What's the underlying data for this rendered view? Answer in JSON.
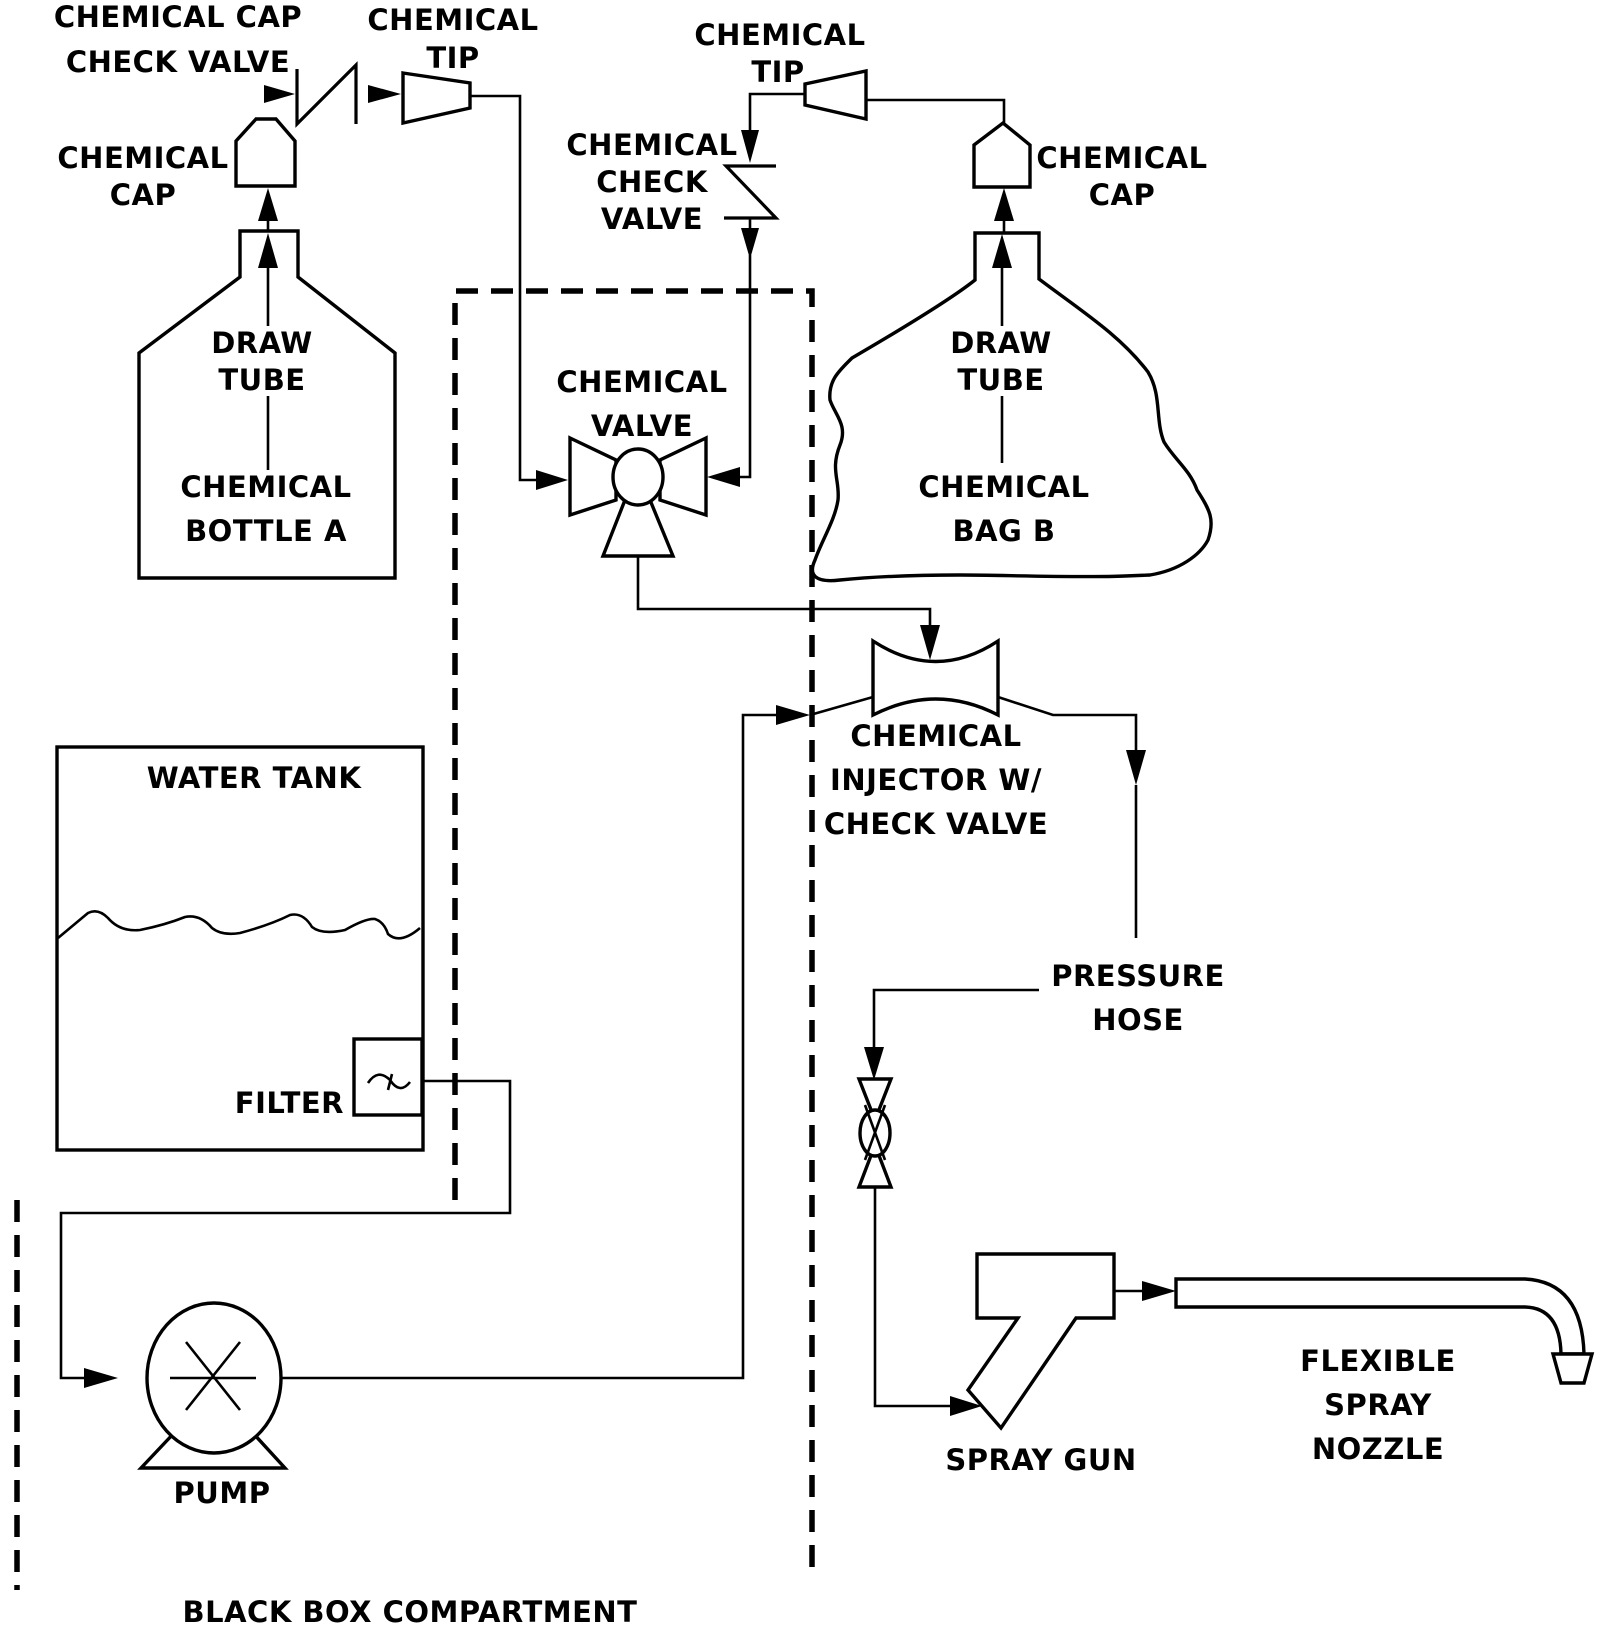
{
  "diagram": {
    "type": "process-flow-schematic",
    "compartment_label": "BLACK BOX COMPARTMENT",
    "components": {
      "chemical_bottle_a": {
        "line1": "CHEMICAL",
        "line2": "BOTTLE A"
      },
      "draw_tube_a": {
        "line1": "DRAW",
        "line2": "TUBE"
      },
      "chemical_cap_a": {
        "line1": "CHEMICAL",
        "line2": "CAP"
      },
      "chemical_cap_check_valve": {
        "line1": "CHEMICAL CAP",
        "line2": "CHECK VALVE"
      },
      "chemical_tip_a": {
        "line1": "CHEMICAL",
        "line2": "TIP"
      },
      "chemical_tip_b": {
        "line1": "CHEMICAL",
        "line2": "TIP"
      },
      "chemical_check_valve": {
        "line1": "CHEMICAL",
        "line2": "CHECK",
        "line3": "VALVE"
      },
      "chemical_cap_b": {
        "line1": "CHEMICAL",
        "line2": "CAP"
      },
      "draw_tube_b": {
        "line1": "DRAW",
        "line2": "TUBE"
      },
      "chemical_bag_b": {
        "line1": "CHEMICAL",
        "line2": "BAG B"
      },
      "chemical_valve": {
        "line1": "CHEMICAL",
        "line2": "VALVE"
      },
      "chemical_injector": {
        "line1": "CHEMICAL",
        "line2": "INJECTOR W/",
        "line3": "CHECK VALVE"
      },
      "water_tank": {
        "label": "WATER TANK"
      },
      "filter": {
        "label": "FILTER"
      },
      "pump": {
        "label": "PUMP"
      },
      "pressure_hose": {
        "line1": "PRESSURE",
        "line2": "HOSE"
      },
      "spray_gun": {
        "label": "SPRAY GUN"
      },
      "flexible_spray_nozzle": {
        "line1": "FLEXIBLE",
        "line2": "SPRAY",
        "line3": "NOZZLE"
      }
    },
    "connections": [
      {
        "from": "chemical_bottle_a",
        "to": "chemical_cap_a",
        "via": "draw_tube_a"
      },
      {
        "from": "chemical_cap_a",
        "to": "chemical_cap_check_valve"
      },
      {
        "from": "chemical_cap_check_valve",
        "to": "chemical_tip_a"
      },
      {
        "from": "chemical_tip_a",
        "to": "chemical_valve"
      },
      {
        "from": "chemical_bag_b",
        "to": "chemical_cap_b",
        "via": "draw_tube_b"
      },
      {
        "from": "chemical_cap_b",
        "to": "chemical_tip_b"
      },
      {
        "from": "chemical_tip_b",
        "to": "chemical_check_valve"
      },
      {
        "from": "chemical_check_valve",
        "to": "chemical_valve"
      },
      {
        "from": "chemical_valve",
        "to": "chemical_injector"
      },
      {
        "from": "water_tank",
        "to": "filter"
      },
      {
        "from": "filter",
        "to": "pump"
      },
      {
        "from": "pump",
        "to": "chemical_injector"
      },
      {
        "from": "chemical_injector",
        "to": "pressure_hose"
      },
      {
        "from": "pressure_hose",
        "to": "shutoff_valve"
      },
      {
        "from": "shutoff_valve",
        "to": "spray_gun"
      },
      {
        "from": "spray_gun",
        "to": "flexible_spray_nozzle"
      }
    ]
  }
}
